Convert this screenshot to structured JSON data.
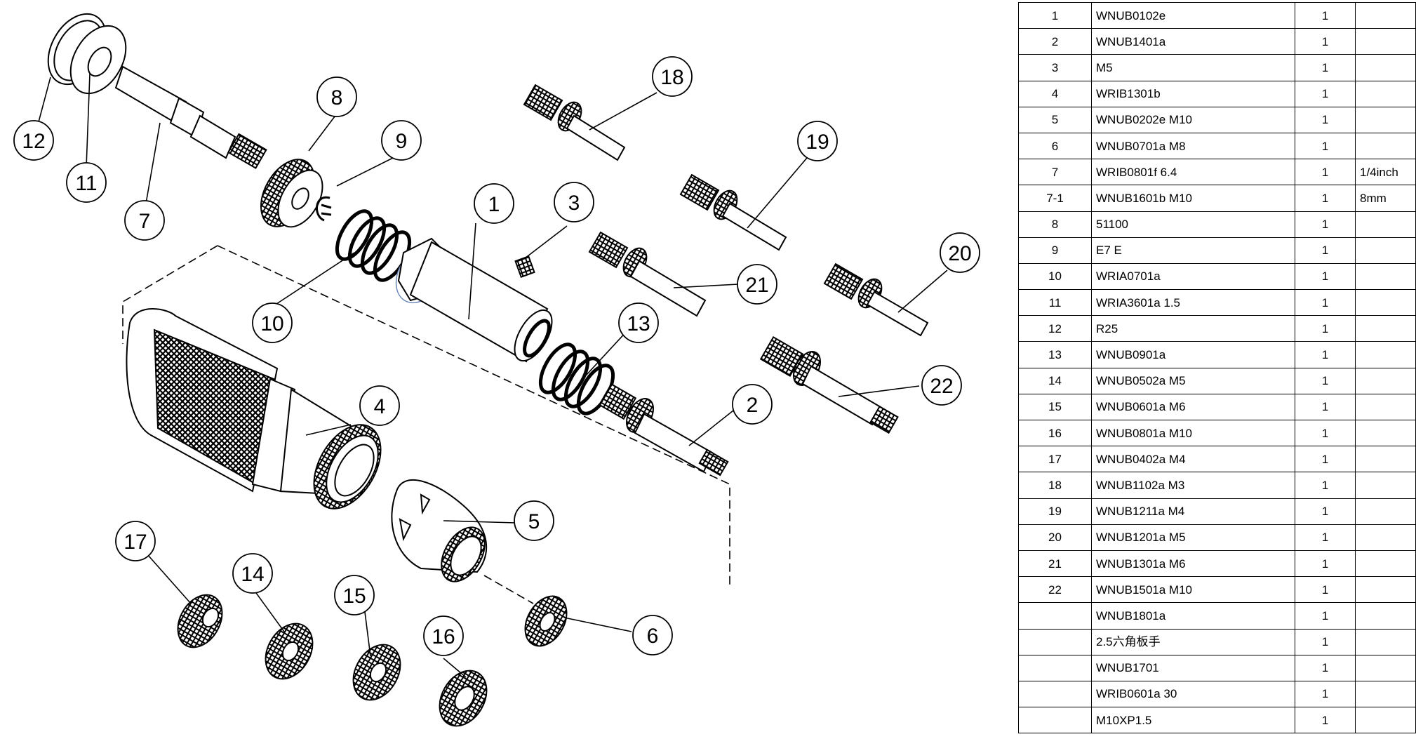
{
  "callouts": [
    "1",
    "2",
    "3",
    "4",
    "5",
    "6",
    "7",
    "8",
    "9",
    "10",
    "11",
    "12",
    "13",
    "14",
    "15",
    "16",
    "17",
    "18",
    "19",
    "20",
    "21",
    "22"
  ],
  "parts": [
    {
      "no": "1",
      "part": "WNUB0102e",
      "qty": "1",
      "remark": ""
    },
    {
      "no": "2",
      "part": "WNUB1401a",
      "qty": "1",
      "remark": ""
    },
    {
      "no": "3",
      "part": "M5",
      "qty": "1",
      "remark": ""
    },
    {
      "no": "4",
      "part": "WRIB1301b",
      "qty": "1",
      "remark": ""
    },
    {
      "no": "5",
      "part": "WNUB0202e M10",
      "qty": "1",
      "remark": ""
    },
    {
      "no": "6",
      "part": "WNUB0701a M8",
      "qty": "1",
      "remark": ""
    },
    {
      "no": "7",
      "part": "WRIB0801f 6.4",
      "qty": "1",
      "remark": "1/4inch"
    },
    {
      "no": "7-1",
      "part": "WNUB1601b M10",
      "qty": "1",
      "remark": "8mm"
    },
    {
      "no": "8",
      "part": "51100",
      "qty": "1",
      "remark": ""
    },
    {
      "no": "9",
      "part": "E7 E",
      "qty": "1",
      "remark": ""
    },
    {
      "no": "10",
      "part": "WRIA0701a",
      "qty": "1",
      "remark": ""
    },
    {
      "no": "11",
      "part": "WRIA3601a 1.5",
      "qty": "1",
      "remark": ""
    },
    {
      "no": "12",
      "part": "R25",
      "qty": "1",
      "remark": ""
    },
    {
      "no": "13",
      "part": "WNUB0901a",
      "qty": "1",
      "remark": ""
    },
    {
      "no": "14",
      "part": "WNUB0502a M5",
      "qty": "1",
      "remark": ""
    },
    {
      "no": "15",
      "part": "WNUB0601a M6",
      "qty": "1",
      "remark": ""
    },
    {
      "no": "16",
      "part": "WNUB0801a M10",
      "qty": "1",
      "remark": ""
    },
    {
      "no": "17",
      "part": "WNUB0402a M4",
      "qty": "1",
      "remark": ""
    },
    {
      "no": "18",
      "part": "WNUB1102a M3",
      "qty": "1",
      "remark": ""
    },
    {
      "no": "19",
      "part": "WNUB1211a M4",
      "qty": "1",
      "remark": ""
    },
    {
      "no": "20",
      "part": "WNUB1201a M5",
      "qty": "1",
      "remark": ""
    },
    {
      "no": "21",
      "part": "WNUB1301a M6",
      "qty": "1",
      "remark": ""
    },
    {
      "no": "22",
      "part": "WNUB1501a M10",
      "qty": "1",
      "remark": ""
    },
    {
      "no": "",
      "part": "WNUB1801a",
      "qty": "1",
      "remark": ""
    },
    {
      "no": "",
      "part": "2.5六角板手",
      "qty": "1",
      "remark": ""
    },
    {
      "no": "",
      "part": "WNUB1701",
      "qty": "1",
      "remark": ""
    },
    {
      "no": "",
      "part": "WRIB0601a 30",
      "qty": "1",
      "remark": ""
    },
    {
      "no": "",
      "part": "M10XP1.5",
      "qty": "1",
      "remark": ""
    }
  ]
}
